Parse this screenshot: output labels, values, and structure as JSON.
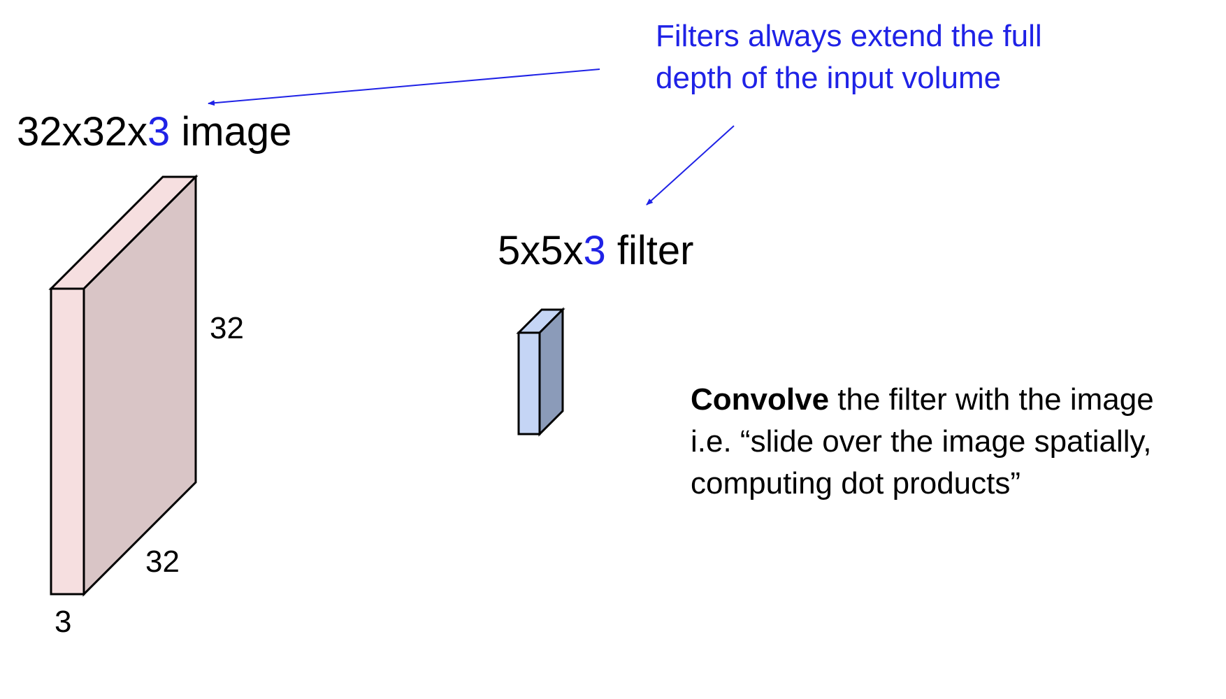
{
  "note": {
    "line1": "Filters always extend the full",
    "line2": "depth of the input volume"
  },
  "image_label": {
    "prefix": "32x32x",
    "depth": "3",
    "suffix": " image"
  },
  "filter_label": {
    "prefix": "5x5x",
    "depth": "3",
    "suffix": " filter"
  },
  "dims": {
    "height": "32",
    "width": "32",
    "depth": "3"
  },
  "convolve": {
    "bold": "Convolve",
    "rest": " the filter with the image",
    "line2": "i.e. “slide over the image spatially,",
    "line3": "computing dot products”"
  },
  "colors": {
    "accent_blue": "#1f22e6",
    "image_front": "#f6dfe0",
    "image_side": "#d9c5c6",
    "filter_front": "#c5d5f5",
    "filter_side": "#8b9bb9"
  }
}
